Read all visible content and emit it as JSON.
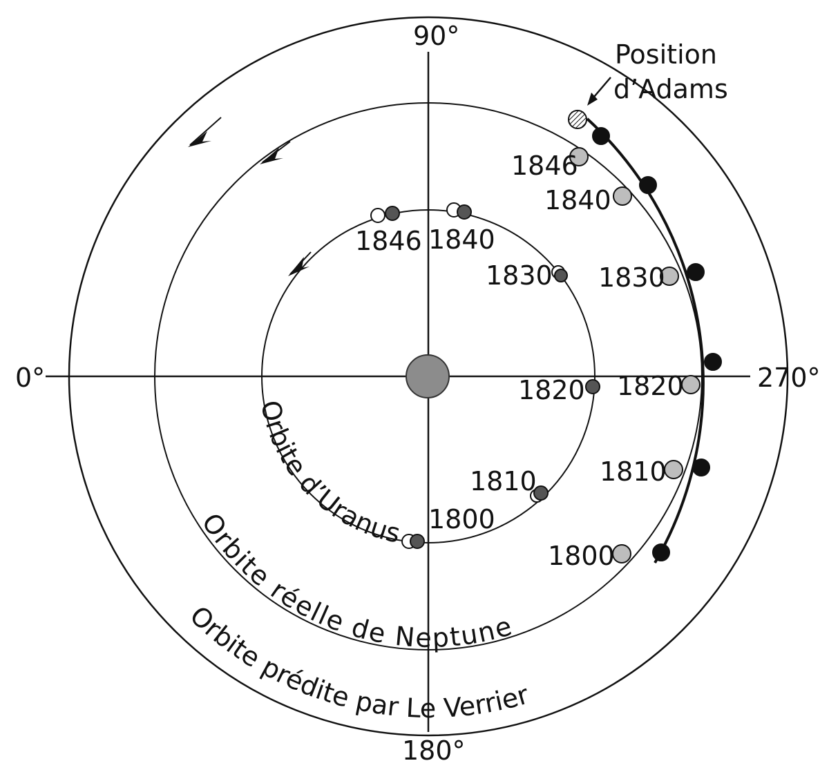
{
  "axes": {
    "top": "90°",
    "bottom": "180°",
    "left": "0°",
    "right": "270°"
  },
  "orbits": {
    "uranus": "Orbite d’Uranus",
    "neptune_real": "Orbite réelle de Neptune",
    "le_verrier": "Orbite prédite par Le Verrier"
  },
  "adams": {
    "line1": "Position",
    "line2": "d’Adams"
  },
  "uranus_years": {
    "y1800": "1800",
    "y1810": "1810",
    "y1820": "1820",
    "y1830": "1830",
    "y1840": "1840",
    "y1846": "1846"
  },
  "neptune_years": {
    "y1800": "1800",
    "y1810": "1810",
    "y1820": "1820",
    "y1830": "1830",
    "y1840": "1840",
    "y1846": "1846"
  },
  "colors": {
    "sun": "#8c8c8c",
    "uranus_observed": "#555555",
    "neptune_real": "#bdbdbd",
    "le_verrier": "#111111",
    "line": "#111111"
  }
}
